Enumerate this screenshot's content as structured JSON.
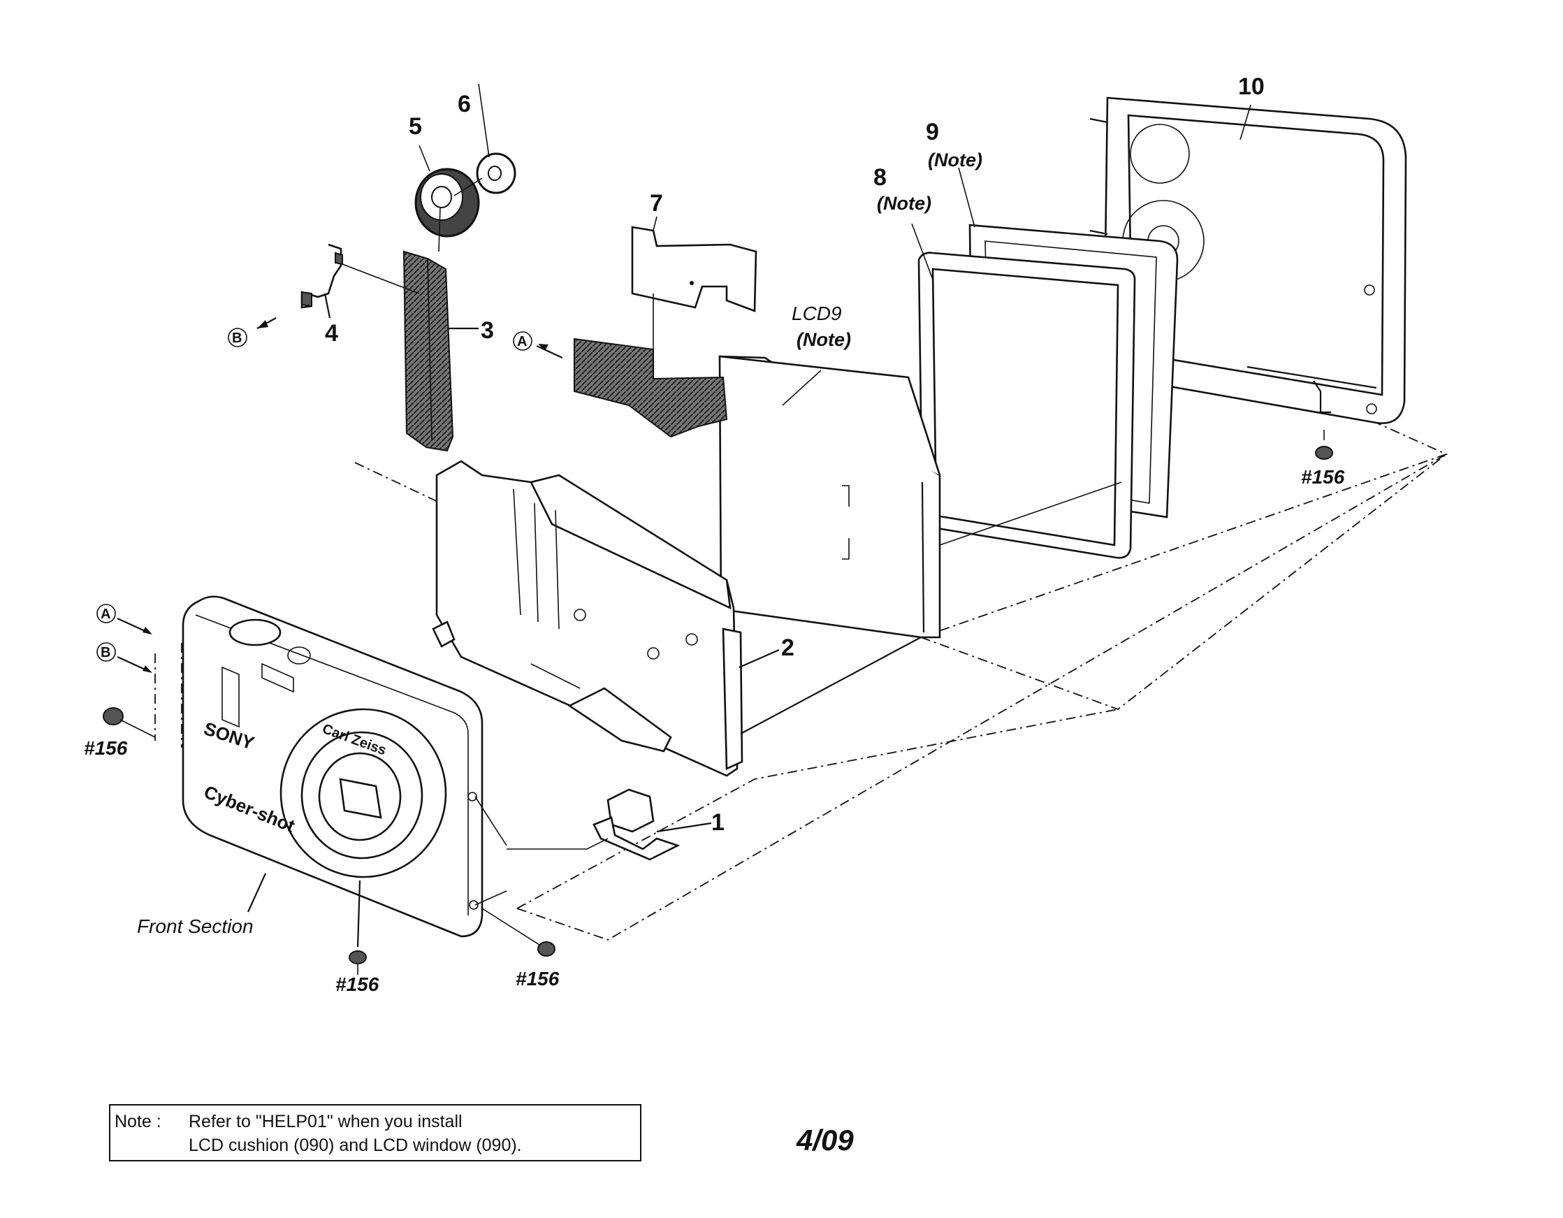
{
  "parts": [
    {
      "number": "1"
    },
    {
      "number": "2"
    },
    {
      "number": "3"
    },
    {
      "number": "4"
    },
    {
      "number": "5"
    },
    {
      "number": "6"
    },
    {
      "number": "7"
    },
    {
      "number": "8"
    },
    {
      "number": "9"
    },
    {
      "number": "10"
    }
  ],
  "labels": {
    "lcd": "LCD9",
    "note_tag": "(Note)",
    "front_section": "Front Section",
    "screw": "#156",
    "connector_a": "A",
    "connector_b": "B",
    "brand": "SONY",
    "model_name": "Cyber-shot",
    "lens_brand": "Carl Zeiss"
  },
  "note": {
    "label": "Note :",
    "line1": "Refer to \"HELP01\" when you install",
    "line2": "LCD cushion (090) and LCD window (090)."
  },
  "page_code": "4/09"
}
